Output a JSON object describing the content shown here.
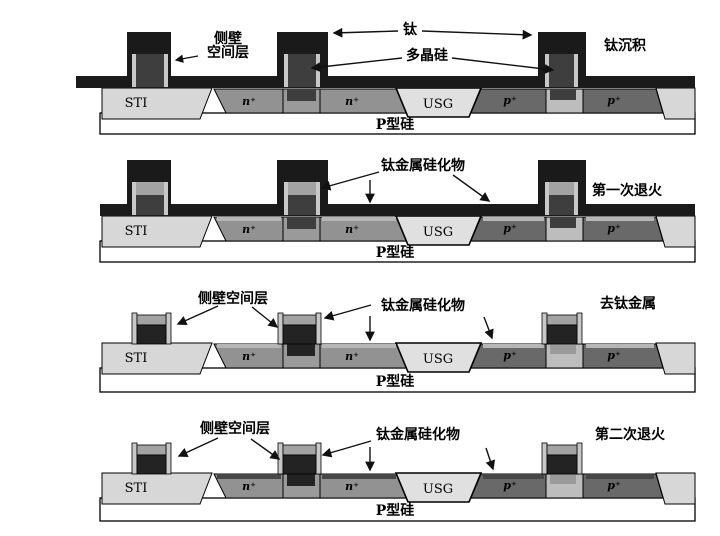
{
  "figure": {
    "description": "four-step titanium salicide process cross-sections",
    "region_labels": {
      "sti": "STI",
      "usg": "USG",
      "n_plus": "n⁺",
      "p_plus": "p⁺",
      "substrate": "P型硅"
    },
    "panels": [
      {
        "step": "钛沉积",
        "spacer_line1": "侧壁",
        "spacer_line2": "空间层",
        "titanium": "钛",
        "polysilicon": "多晶硅"
      },
      {
        "step": "第一次退火",
        "silicide": "钛金属硅化物"
      },
      {
        "step": "去钛金属",
        "spacer": "侧壁空间层",
        "silicide": "钛金属硅化物"
      },
      {
        "step": "第二次退火",
        "spacer": "侧壁空间层",
        "silicide": "钛金属硅化物"
      }
    ],
    "colors": {
      "titanium": "#1a1a1a",
      "polysilicon": "#3e3e3e",
      "poly_dark": "#232323",
      "spacer": "#c8c8c8",
      "silicide_cap": "#a3a3a3",
      "silicide_light": "#b6b6b6",
      "silicide_dark": "#474747",
      "sti": "#d7d7d7",
      "usg": "#e0e0e0",
      "n_plus": "#929292",
      "p_plus": "#696969",
      "channel": "#9a9a9a",
      "channel_light": "#bdbdbd",
      "substrate": "#ffffff"
    }
  }
}
